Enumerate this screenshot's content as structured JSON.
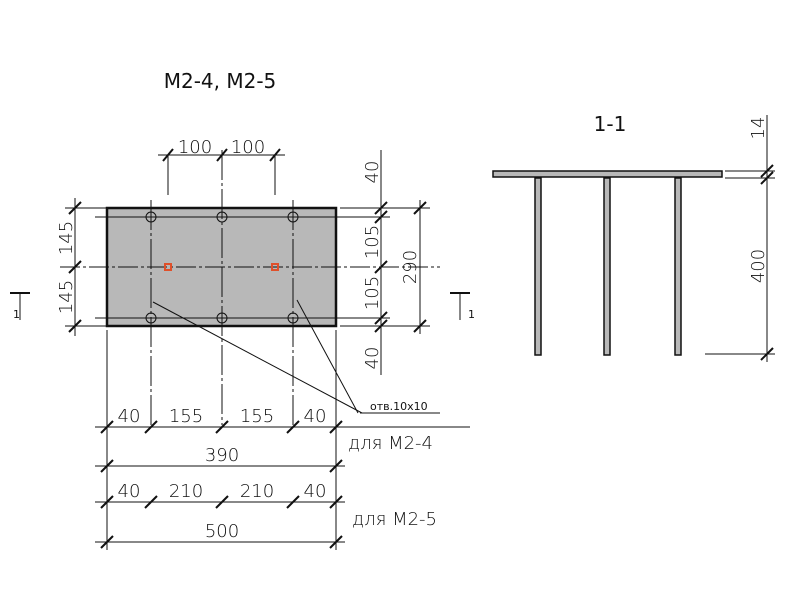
{
  "plan": {
    "title": "М2-4, М2-5",
    "top_dims": [
      "100",
      "100"
    ],
    "left_dims": [
      "145",
      "145"
    ],
    "right_chain": [
      "40",
      "105",
      "105",
      "40"
    ],
    "right_total": "290",
    "hole_note": "отв.10х10",
    "row1_dims": [
      "40",
      "155",
      "155",
      "40"
    ],
    "row1_total": "390",
    "row1_label": "для М2-4",
    "row2_dims": [
      "40",
      "210",
      "210",
      "40"
    ],
    "row2_total": "500",
    "row2_label": "для М2-5",
    "section_mark": "1"
  },
  "section": {
    "title": "1-1",
    "thickness": "14",
    "height": "400"
  },
  "colors": {
    "plate": "#b8b8b8",
    "hole": "#e0502a"
  }
}
